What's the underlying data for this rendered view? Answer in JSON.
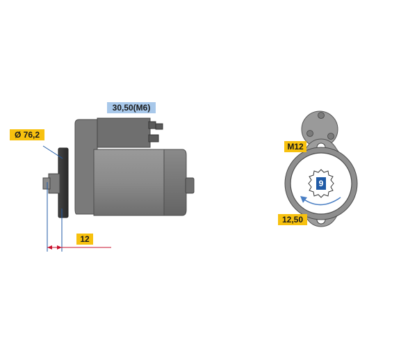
{
  "labels": {
    "flange_diameter": "Ø 76,2",
    "solenoid_terminal": "30,50(M6)",
    "pinion_offset": "12",
    "mount_thread": "M12",
    "bolt_spacing": "12,50",
    "teeth_count": "9"
  },
  "colors": {
    "body": "#8c8c8c",
    "body_dark": "#5e5e5e",
    "solenoid": "#6f6f6f",
    "flange": "#3a3a3a",
    "dimension_line_blue": "#1f5aa6",
    "dimension_line_red": "#c8102e",
    "label_yellow": "#f7c10f",
    "label_blue": "#a8c8ea"
  }
}
